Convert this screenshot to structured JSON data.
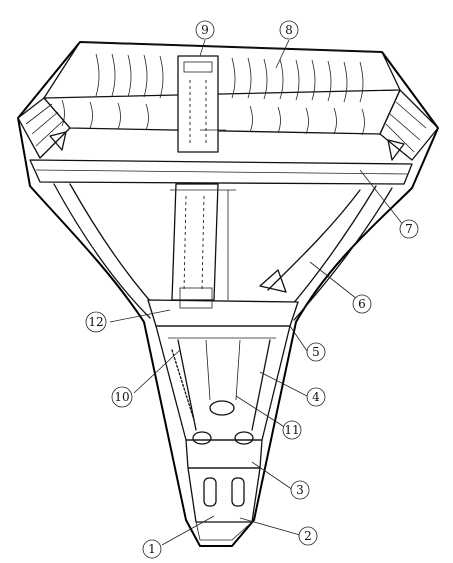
{
  "figure": {
    "description_labels": []
  },
  "callouts": [
    {
      "id": "c1",
      "label": "1"
    },
    {
      "id": "c2",
      "label": "2"
    },
    {
      "id": "c3",
      "label": "3"
    },
    {
      "id": "c4",
      "label": "4"
    },
    {
      "id": "c5",
      "label": "5"
    },
    {
      "id": "c6",
      "label": "6"
    },
    {
      "id": "c7",
      "label": "7"
    },
    {
      "id": "c8",
      "label": "8"
    },
    {
      "id": "c9",
      "label": "9"
    },
    {
      "id": "c10",
      "label": "10"
    },
    {
      "id": "c11",
      "label": "11"
    },
    {
      "id": "c12",
      "label": "12"
    }
  ],
  "colors": {
    "ink": "#111111",
    "paper": "#ffffff"
  }
}
